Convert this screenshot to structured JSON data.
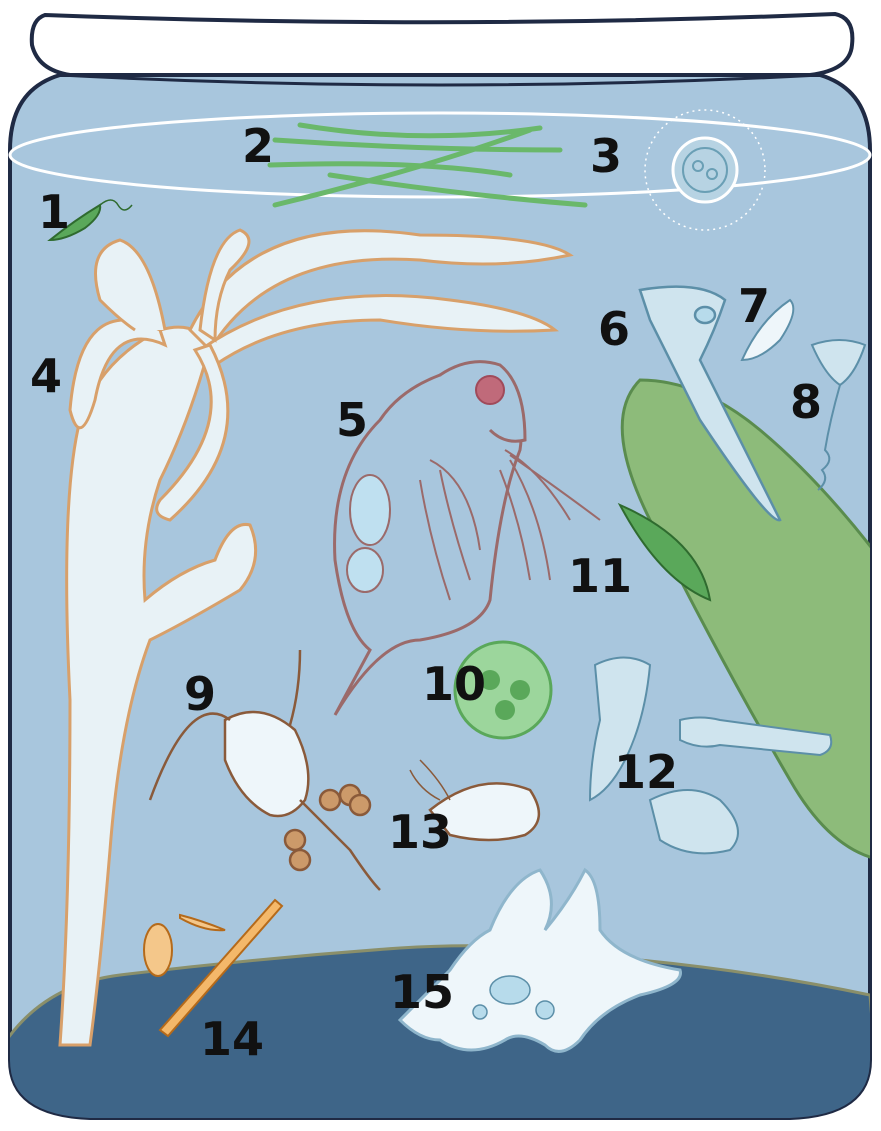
{
  "colors": {
    "water": "#a8c6dd",
    "water_dark": "#98b8d2",
    "sediment": "#3e6588",
    "jar_outline": "#1f2a44",
    "plant": "#8dbb7a",
    "plant_edge": "#5a8c4e",
    "hydra_fill": "#e8f2f6",
    "hydra_edge": "#d8a06a",
    "daphnia_edge": "#9b6a6a",
    "copepod_edge": "#8a5a3a",
    "algae_green": "#5aa85a",
    "protozoa_edge": "#5c8fa8",
    "diatom": "#d9892a"
  },
  "labels": [
    {
      "id": "1",
      "text": "1"
    },
    {
      "id": "2",
      "text": "2"
    },
    {
      "id": "3",
      "text": "3"
    },
    {
      "id": "4",
      "text": "4"
    },
    {
      "id": "5",
      "text": "5"
    },
    {
      "id": "6",
      "text": "6"
    },
    {
      "id": "7",
      "text": "7"
    },
    {
      "id": "8",
      "text": "8"
    },
    {
      "id": "9",
      "text": "9"
    },
    {
      "id": "10",
      "text": "10"
    },
    {
      "id": "11",
      "text": "11"
    },
    {
      "id": "12",
      "text": "12"
    },
    {
      "id": "13",
      "text": "13"
    },
    {
      "id": "14",
      "text": "14"
    },
    {
      "id": "15",
      "text": "15"
    }
  ]
}
